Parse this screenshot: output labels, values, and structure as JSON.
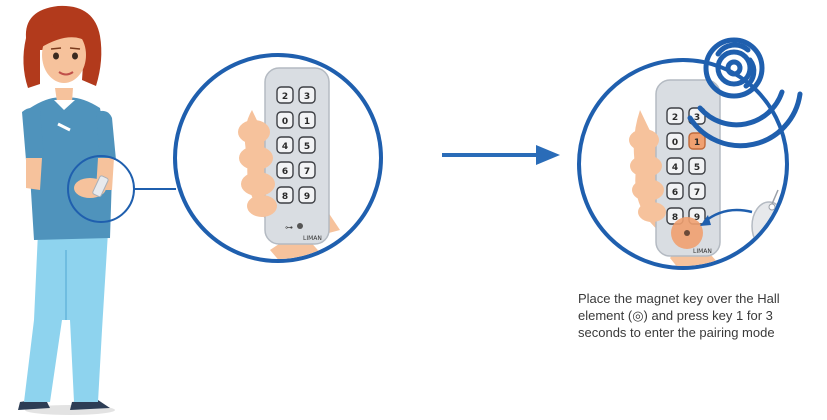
{
  "colors": {
    "circle_blue": "#1f5fae",
    "arrow_blue": "#2a6cb8",
    "remote_gray": "#d9dde2",
    "key_highlight": "#f0a070",
    "skin": "#f6c29c",
    "scrubs": "#4f93bc",
    "pants": "#8ed3ee",
    "hair": "#b23a1c"
  },
  "remote_keys": [
    [
      "2",
      "3"
    ],
    [
      "0",
      "1"
    ],
    [
      "4",
      "5"
    ],
    [
      "6",
      "7"
    ],
    [
      "8",
      "9"
    ]
  ],
  "highlighted_key": "1",
  "brand_label": "LIMAN",
  "caption": {
    "line1": "Place the magnet key over the Hall",
    "line2": "element (◎) and press key 1 for 3",
    "line3": "seconds to enter the pairing mode"
  },
  "icons": [
    "person-illustration",
    "arrow-right-icon",
    "wireless-signal-icon",
    "magnet-key-fob-icon",
    "hall-sensor-icon"
  ]
}
